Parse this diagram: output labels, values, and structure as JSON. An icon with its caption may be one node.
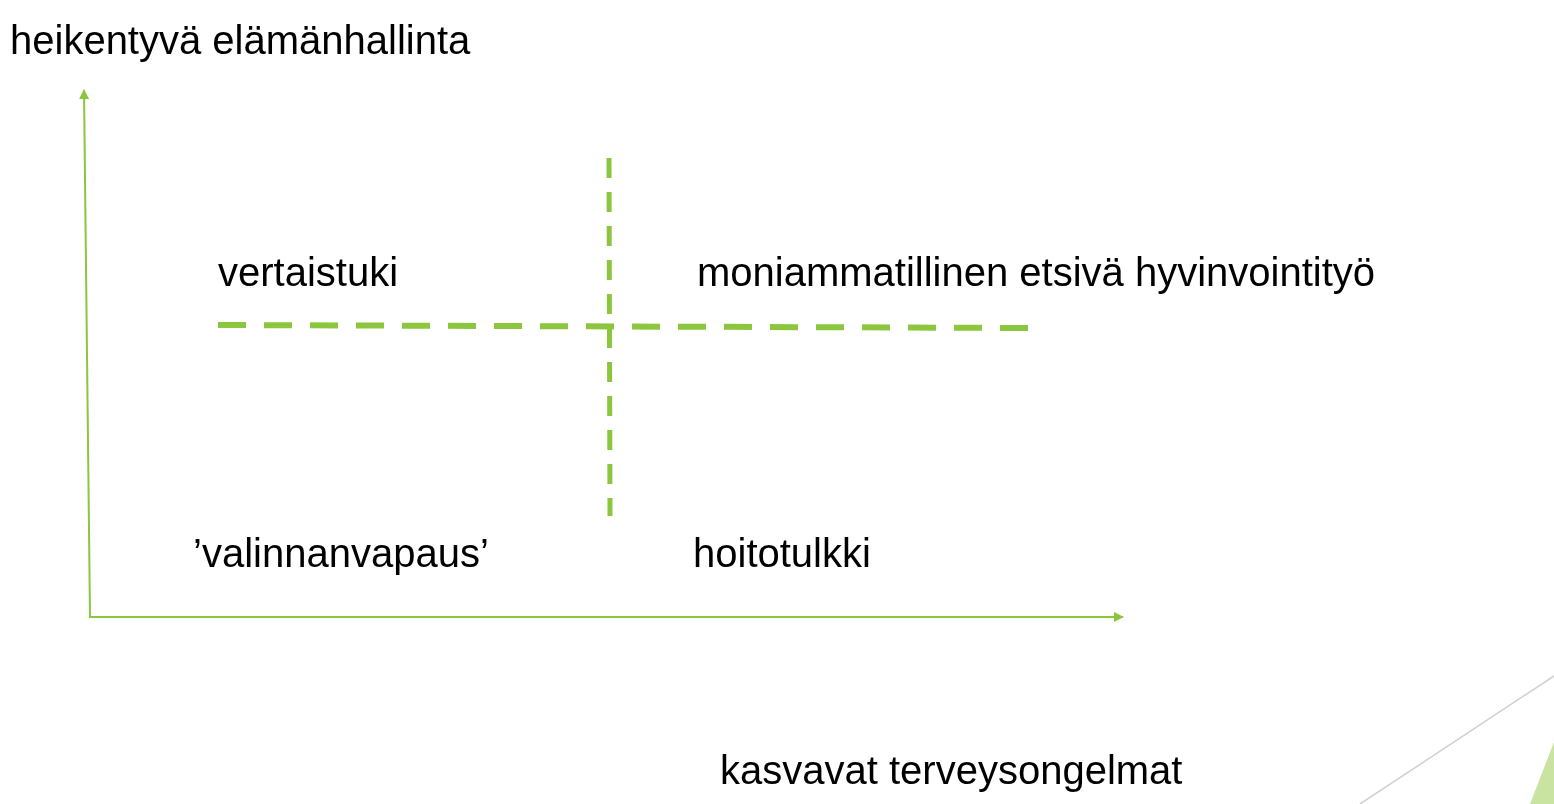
{
  "diagram": {
    "labels": [
      "heikentyvä elämänhallinta",
      "vertaistuki",
      "moniammatillinen etsivä hyvinvointityö",
      "’valinnanvapaus’",
      "hoitotulkki",
      "kasvavat terveysongelmat"
    ]
  }
}
